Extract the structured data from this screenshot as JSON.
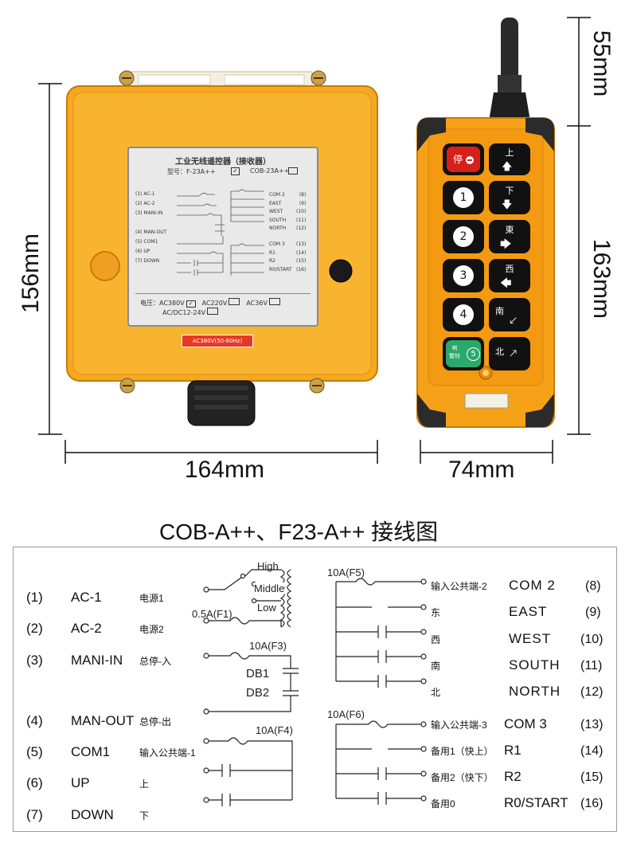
{
  "dimensions": {
    "receiver_height": "156mm",
    "receiver_width": "164mm",
    "remote_antenna": "55mm",
    "remote_height": "163mm",
    "remote_width": "74mm"
  },
  "receiver_label": {
    "title": "工业无线遥控器（接收器）",
    "model_prefix": "型号：F-23A++",
    "model_alt": "COB-23A++",
    "rows": [
      "(1) AC-1",
      "(2) AC-2",
      "(3) MANI-IN",
      "(4) MAN-OUT",
      "(5) COM1",
      "(6) UP",
      "(7) DOWN"
    ],
    "rows_right": [
      "COM 2",
      "EAST",
      "WEST",
      "SOUTH",
      "NORTH",
      "COM 3",
      "R1",
      "R2",
      "R0/START"
    ],
    "nums_right": [
      "(8)",
      "(9)",
      "(10)",
      "(11)",
      "(12)",
      "(13)",
      "(14)",
      "(15)",
      "(16)"
    ],
    "voltage_prefix": "电压：",
    "v1": "AC380V",
    "v2": "AC220V",
    "v3": "AC36V",
    "v4": "AC/DC12-24V",
    "tag": "AC380V(50-60Hz)"
  },
  "remote_buttons": {
    "stop": "停",
    "alarm_line1": "响",
    "alarm_line2": "警铃",
    "alarm_num": "5",
    "nums": [
      "1",
      "2",
      "3",
      "4"
    ],
    "up": "上",
    "down": "下",
    "east": "東",
    "west": "西",
    "south": "南",
    "north": "北"
  },
  "wiring": {
    "title": "COB-A++、F23-A++ 接线图",
    "left_items": [
      {
        "num": "(1)",
        "label": "AC-1",
        "cn": "电源1"
      },
      {
        "num": "(2)",
        "label": "AC-2",
        "cn": "电源2"
      },
      {
        "num": "(3)",
        "label": "MANI-IN",
        "cn": "总停-入"
      },
      {
        "num": "(4)",
        "label": "MAN-OUT",
        "cn": "总停-出"
      },
      {
        "num": "(5)",
        "label": "COM1",
        "cn": "输入公共端-1"
      },
      {
        "num": "(6)",
        "label": "UP",
        "cn": "上"
      },
      {
        "num": "(7)",
        "label": "DOWN",
        "cn": "下"
      }
    ],
    "right_items": [
      {
        "cn": "输入公共端-2",
        "label": "COM 2",
        "num": "(8)"
      },
      {
        "cn": "东",
        "label": "EAST",
        "num": "(9)"
      },
      {
        "cn": "西",
        "label": "WEST",
        "num": "(10)"
      },
      {
        "cn": "南",
        "label": "SOUTH",
        "num": "(11)"
      },
      {
        "cn": "北",
        "label": "NORTH",
        "num": "(12)"
      },
      {
        "cn": "输入公共端-3",
        "label": "COM 3",
        "num": "(13)"
      },
      {
        "cn": "备用1（快上）",
        "label": "R1",
        "num": "(14)"
      },
      {
        "cn": "备用2（快下）",
        "label": "R2",
        "num": "(15)"
      },
      {
        "cn": "备用0",
        "label": "R0/START",
        "num": "(16)"
      }
    ],
    "transformer": {
      "high": "High",
      "middle": "Middle",
      "low": "Low"
    },
    "fuses": {
      "f1": "0.5A(F1)",
      "f3": "10A(F3)",
      "f4": "10A(F4)",
      "f5": "10A(F5)",
      "f6": "10A(F6)"
    },
    "db1": "DB1",
    "db2": "DB2"
  }
}
